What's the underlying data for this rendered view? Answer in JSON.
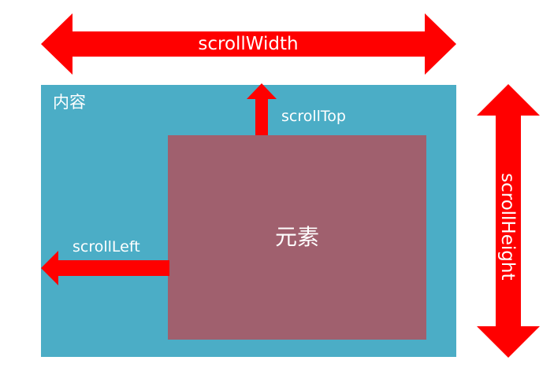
{
  "diagram": {
    "scroll_width_label": "scrollWidth",
    "scroll_height_label": "scrollHeight",
    "scroll_top_label": "scrollTop",
    "scroll_left_label": "scrollLeft",
    "content_label": "内容",
    "element_label": "元素"
  },
  "colors": {
    "arrow": "#ff0000",
    "content_fill": "#4badc6",
    "element_fill": "#a0606e",
    "text": "#ffffff"
  }
}
